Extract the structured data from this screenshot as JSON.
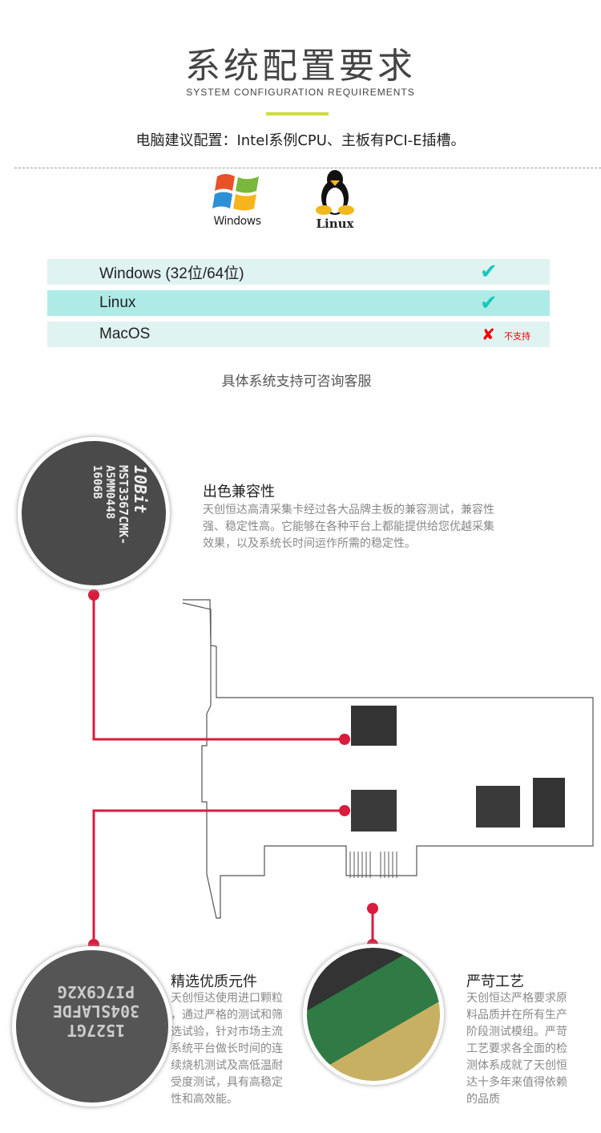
{
  "header": {
    "title": "系统配置要求",
    "subtitle": "SYSTEM CONFIGURATION REQUIREMENTS",
    "recommendation": "电脑建议配置：Intel系例CPU、主板有PCI-E插槽。"
  },
  "os_logos": [
    {
      "label": "Windows",
      "icon": "windows-logo-icon"
    },
    {
      "label": "Linux",
      "icon": "tux-penguin-icon"
    }
  ],
  "os_table": [
    {
      "name": "Windows (32位/64位)",
      "supported": true
    },
    {
      "name": "Linux",
      "supported": true
    },
    {
      "name": "MacOS",
      "supported": false,
      "note": "不支持"
    }
  ],
  "consult": "具体系统支持可咨询客服",
  "colors": {
    "accent": "#cddc3f",
    "row_light": "#dff3f1",
    "row_dark": "#aeebe7",
    "check": "#18c7bd",
    "cross": "#ee0000",
    "callout": "#d91b3c"
  },
  "features": [
    {
      "title": "出色兼容性",
      "body": [
        "天创恒达高清采集卡经过各大品牌主板的兼容测试，兼容性",
        "强、稳定性高。它能够在各种平台上都能提供给您优越采集",
        "效果，以及系统长时间运作所需的稳定性。"
      ]
    },
    {
      "title": "精选优质元件",
      "body": [
        "天创恒达使用进口颗粒",
        "，通过严格的测试和筛",
        "选试验，针对市场主流",
        "系统平台做长时间的连",
        "续烧机测试及高低温耐",
        "受度测试，具有高稳定",
        "性和高效能。"
      ]
    },
    {
      "title": "严苛工艺",
      "body": [
        "天创恒达严格要求原",
        "料品质并在所有生产",
        "阶段测试模组。严苛",
        "工艺要求各全面的检",
        "测体系成就了天创恒",
        "达十多年来值得依赖",
        "的品质"
      ]
    }
  ],
  "chip1": {
    "brand": "10Bit",
    "model": "MST3367CMK-",
    "lot": "A5MM0448",
    "code": "1606B"
  },
  "chip2": {
    "lines": [
      "PI7C9X2G",
      "304SLAFDE",
      "1527GT"
    ]
  }
}
